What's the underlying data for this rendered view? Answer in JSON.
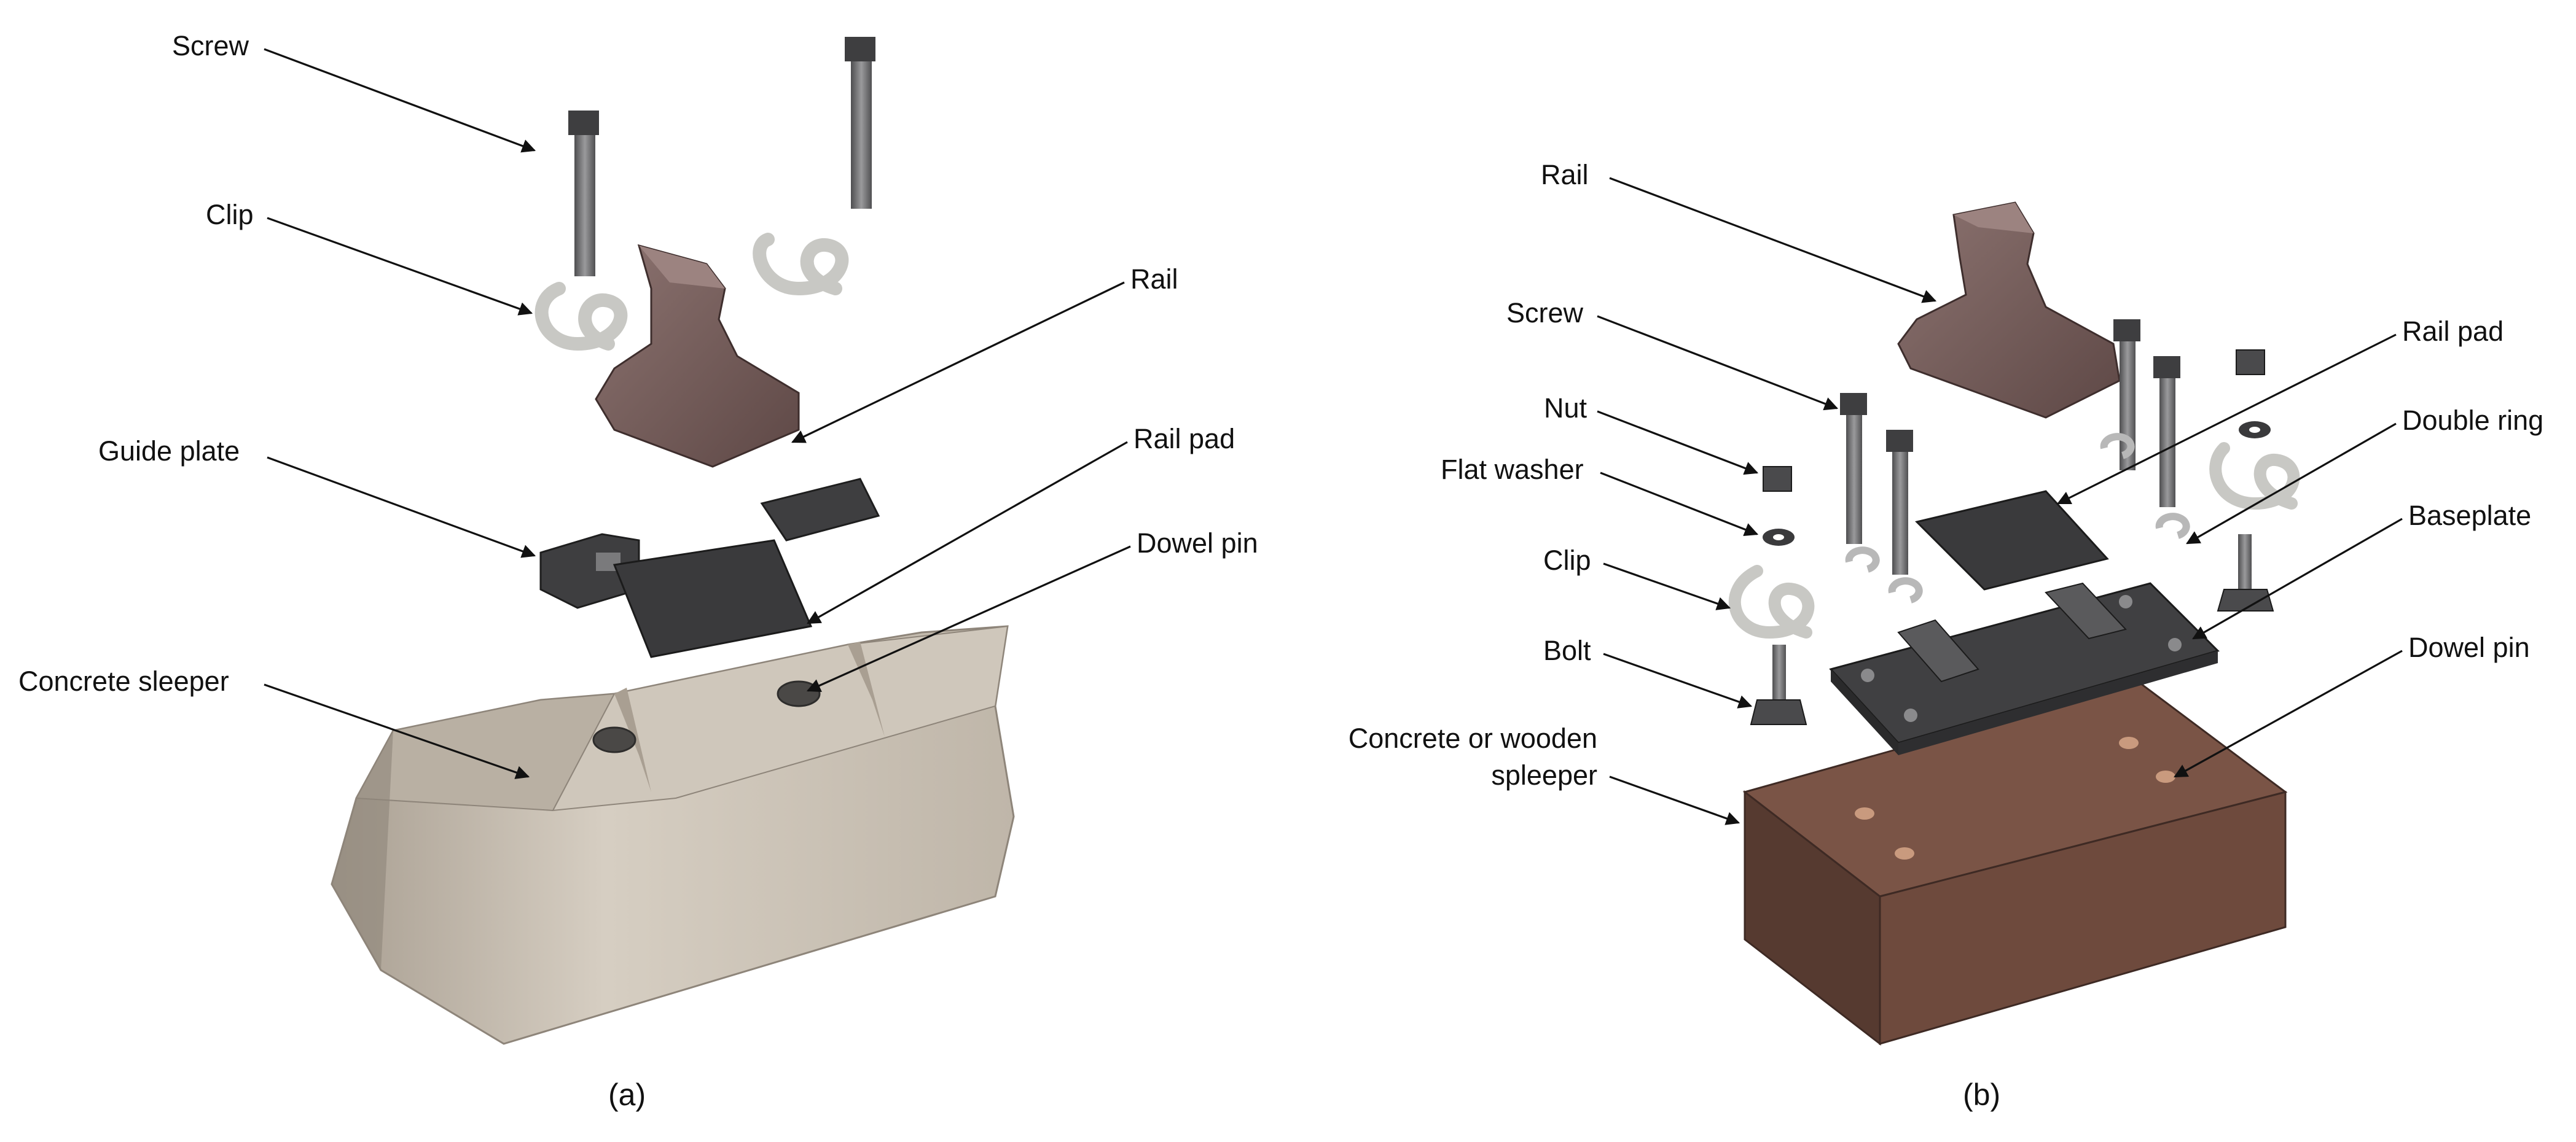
{
  "figure": {
    "panel_a": {
      "caption": "(a)",
      "labels": {
        "screw": "Screw",
        "clip": "Clip",
        "rail": "Rail",
        "guide_plate": "Guide plate",
        "rail_pad": "Rail pad",
        "dowel_pin": "Dowel pin",
        "concrete_sleeper": "Concrete sleeper"
      }
    },
    "panel_b": {
      "caption": "(b)",
      "labels": {
        "rail": "Rail",
        "screw": "Screw",
        "nut": "Nut",
        "flat_washer": "Flat washer",
        "clip": "Clip",
        "bolt": "Bolt",
        "sleeper_line1": "Concrete or wooden",
        "sleeper_line2": "spleeper",
        "rail_pad": "Rail pad",
        "double_ring": "Double ring",
        "baseplate": "Baseplate",
        "dowel_pin": "Dowel pin"
      }
    }
  },
  "colors": {
    "rail": "#735A58",
    "rail_dark": "#564241",
    "rail_light": "#8C7370",
    "concrete": "#D1C9BD",
    "concrete_dark": "#A99F92",
    "plate_dark": "#3C3C3C",
    "metal": "#6E6E70",
    "clip_wire": "#C8C8C4",
    "wooden_sleeper": "#6E4A3D",
    "wooden_sleeper_dark": "#563A30"
  }
}
